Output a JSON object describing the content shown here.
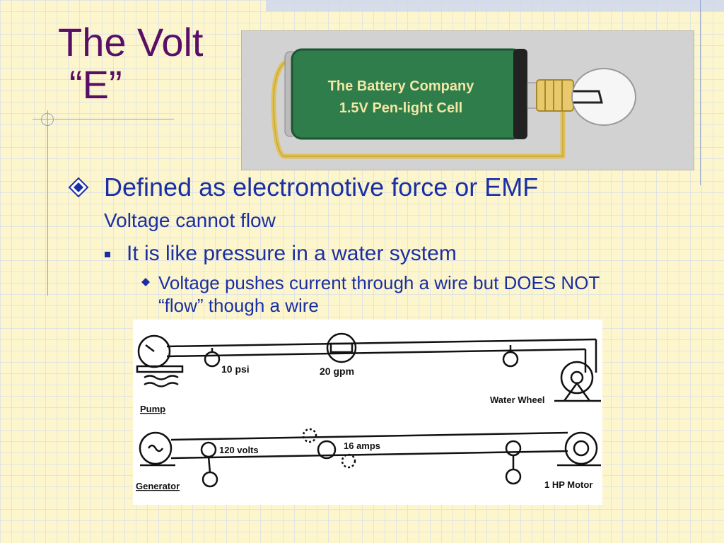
{
  "title": {
    "line1": "The Volt",
    "line2": "“E”"
  },
  "battery": {
    "brand": "The Battery Company",
    "product": "1.5V Pen-light Cell",
    "body_color": "#2e7d4a"
  },
  "bullets": {
    "level1": "Defined as electromotive force or EMF",
    "level1b": "Voltage cannot flow",
    "level2": "It is like pressure in a water system",
    "level3_line1": "Voltage pushes current through a wire but DOES NOT",
    "level3_line2": "“flow” though a wire"
  },
  "diagram": {
    "water": {
      "pressure": "10 psi",
      "flow": "20 gpm",
      "source": "Pump",
      "load": "Water Wheel"
    },
    "electric": {
      "voltage": "120 volts",
      "current": "16 amps",
      "source": "Generator",
      "load": "1 HP Motor"
    }
  },
  "colors": {
    "title": "#5a0f66",
    "text": "#1a2fa5",
    "background": "#fdf6cc"
  }
}
